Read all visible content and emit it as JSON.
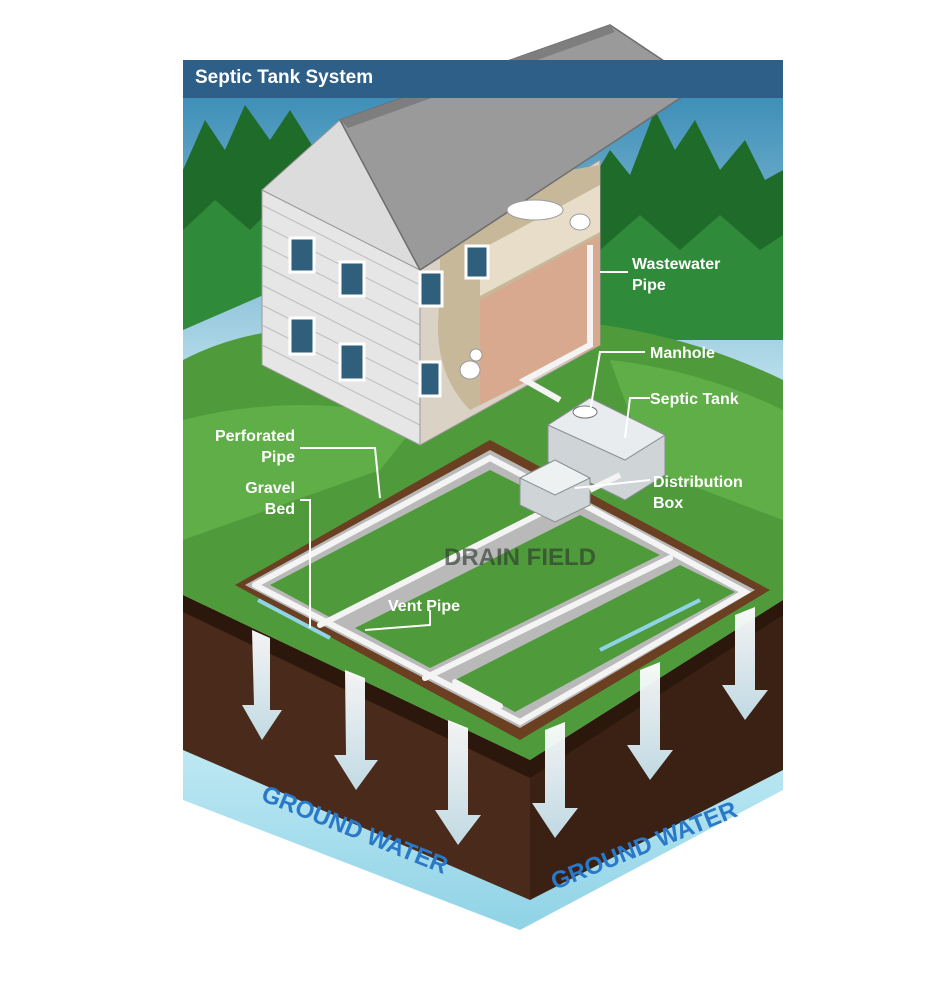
{
  "title": "Septic Tank System",
  "labels": {
    "wastewater_pipe": [
      "Wastewater",
      "Pipe"
    ],
    "manhole": "Manhole",
    "septic_tank": "Septic Tank",
    "distribution_box": [
      "Distribution",
      "Box"
    ],
    "perforated_pipe": [
      "Perforated",
      "Pipe"
    ],
    "gravel_bed": [
      "Gravel",
      "Bed"
    ],
    "vent_pipe": "Vent Pipe",
    "drain_field": "DRAIN FIELD",
    "ground_water_left": "GROUND WATER",
    "ground_water_right": "GROUND WATER"
  },
  "colors": {
    "sky": "#5aa8c8",
    "forest": "#2e7d32",
    "grass": "#4f9a3a",
    "soil": "#4a2a1a",
    "water": "#aee3f0",
    "title_bar": "#2d5f88"
  }
}
